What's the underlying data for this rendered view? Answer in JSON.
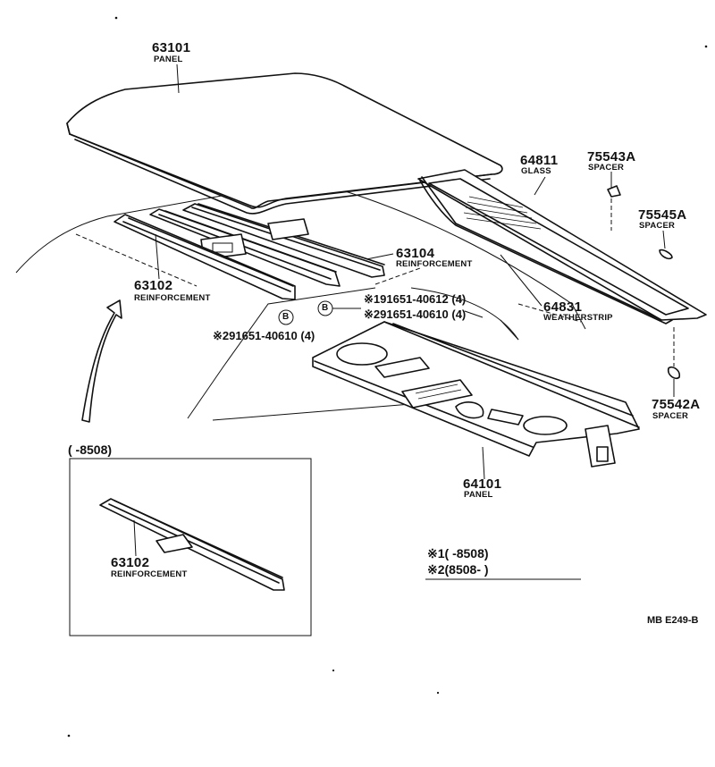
{
  "parts": {
    "p63101": {
      "number": "63101",
      "name": "PANEL"
    },
    "p64811": {
      "number": "64811",
      "name": "GLASS"
    },
    "p75543A": {
      "number": "75543A",
      "name": "SPACER"
    },
    "p75545A": {
      "number": "75545A",
      "name": "SPACER"
    },
    "p63104": {
      "number": "63104",
      "name": "REINFORCEMENT"
    },
    "p63102": {
      "number": "63102",
      "name": "REINFORCEMENT"
    },
    "p64831": {
      "number": "64831",
      "name": "WEATHERSTRIP"
    },
    "p75542A": {
      "number": "75542A",
      "name": "SPACER"
    },
    "p64101": {
      "number": "64101",
      "name": "PANEL"
    },
    "inset_63102": {
      "number": "63102",
      "name": "REINFORCEMENT"
    }
  },
  "fasteners": {
    "f1": "※191651-40612 (4)",
    "f2": "※291651-40610 (4)",
    "f3": "※291651-40610 (4)"
  },
  "callouts": {
    "b1": "B",
    "b2": "B"
  },
  "inset": {
    "range": "(        -8508)"
  },
  "legend": {
    "note1": "※1(        -8508)",
    "note2": "※2(8508-        )"
  },
  "diagram_code": "MB E249-B"
}
